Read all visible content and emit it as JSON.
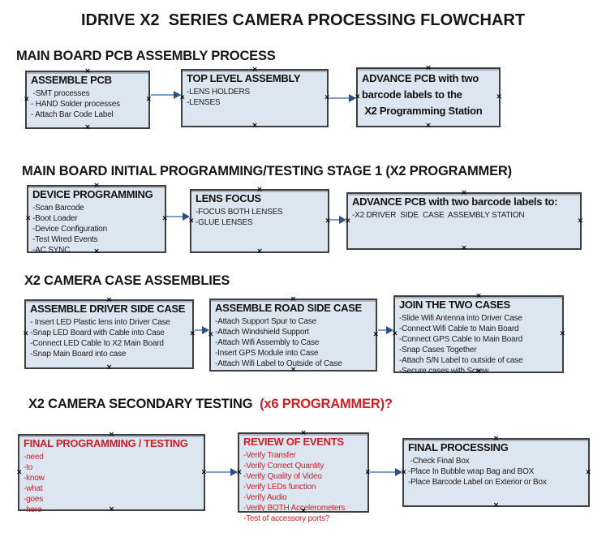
{
  "meta": {
    "handle_glyph": "×",
    "colors": {
      "box_fill": "#dce6f1",
      "box_border": "#3f3f3f",
      "arrow_line": "#7f9ccb",
      "arrow_head": "#2f4f87",
      "red": "#cc2027"
    }
  },
  "title": "IDRIVE X2  SERIES CAMERA PROCESSING FLOWCHART",
  "sections": [
    {
      "heading": "MAIN BOARD PCB ASSEMBLY PROCESS",
      "boxes": [
        {
          "title": "ASSEMBLE PCB",
          "items": [
            " -SMT processes",
            "- HAND Solder processes",
            "- Attach Bar Code Label"
          ]
        },
        {
          "title": "TOP LEVEL ASSEMBLY",
          "items": [
            "-LENS HOLDERS",
            "-LENSES"
          ]
        },
        {
          "title": "ADVANCE PCB with two\nbarcode labels to the\n X2 Programming Station",
          "items": []
        }
      ]
    },
    {
      "heading": "MAIN BOARD INITIAL PROGRAMMING/TESTING STAGE 1 (X2 PROGRAMMER)",
      "boxes": [
        {
          "title": "DEVICE PROGRAMMING",
          "items": [
            "-Scan Barcode",
            "-Boot Loader",
            "-Device Configuration",
            "-Test Wired Events",
            "-AC SYNC"
          ]
        },
        {
          "title": "LENS FOCUS",
          "items": [
            "-FOCUS BOTH LENSES",
            "-GLUE LENSES"
          ]
        },
        {
          "title": "ADVANCE PCB with two barcode labels to:",
          "items": [
            "-X2 DRIVER  SIDE  CASE  ASSEMBLY STATION"
          ]
        }
      ]
    },
    {
      "heading": "X2 CAMERA CASE ASSEMBLIES",
      "boxes": [
        {
          "title": "ASSEMBLE DRIVER SIDE CASE",
          "items": [
            "- Insert LED Plastic lens into Driver Case",
            "-Snap LED Board with Cable into Case",
            "-Connect LED Cable to X2 Main Board",
            "-Snap Main Board into case"
          ]
        },
        {
          "title": "ASSEMBLE ROAD SIDE CASE",
          "items": [
            "-Attach Support Spur to Case",
            "-Attach Windshield Support",
            "-Attach Wifi Assembly to Case",
            "-Insert GPS Module into Case",
            "-Attach Wifi Label to Outside of Case"
          ]
        },
        {
          "title": "JOIN THE TWO CASES",
          "items": [
            "-Slide Wifi Antenna into Driver Case",
            "-Connect Wifi Cable to Main Board",
            "-Connect GPS Cable to Main Board",
            "-Snap Cases Together",
            "-Attach S/N Label to outside of case",
            "-Secure cases with Screw"
          ]
        }
      ]
    },
    {
      "heading": "X2 CAMERA SECONDARY TESTING  ",
      "heading_suffix": "(x6 PROGRAMMER)?",
      "boxes": [
        {
          "title": "FINAL PROGRAMMING / TESTING",
          "items": [
            "-need",
            "-to",
            "-know",
            "-what",
            "-goes",
            "-here"
          ]
        },
        {
          "title": "REVIEW OF EVENTS",
          "items": [
            "-Verify Transfer",
            "-Verify Correct Quantity",
            "-Verify Quality of Video",
            "-Verify LEDs function",
            "-Verify Audio",
            "-Verify BOTH Accelerometers",
            "-Test of accessory ports?"
          ]
        },
        {
          "title": "FINAL PROCESSING",
          "items": [
            " -Check Final Box",
            "-Place In Bubble wrap Bag and BOX",
            "-Place Barcode Label on Exterior or Box"
          ]
        }
      ]
    }
  ]
}
